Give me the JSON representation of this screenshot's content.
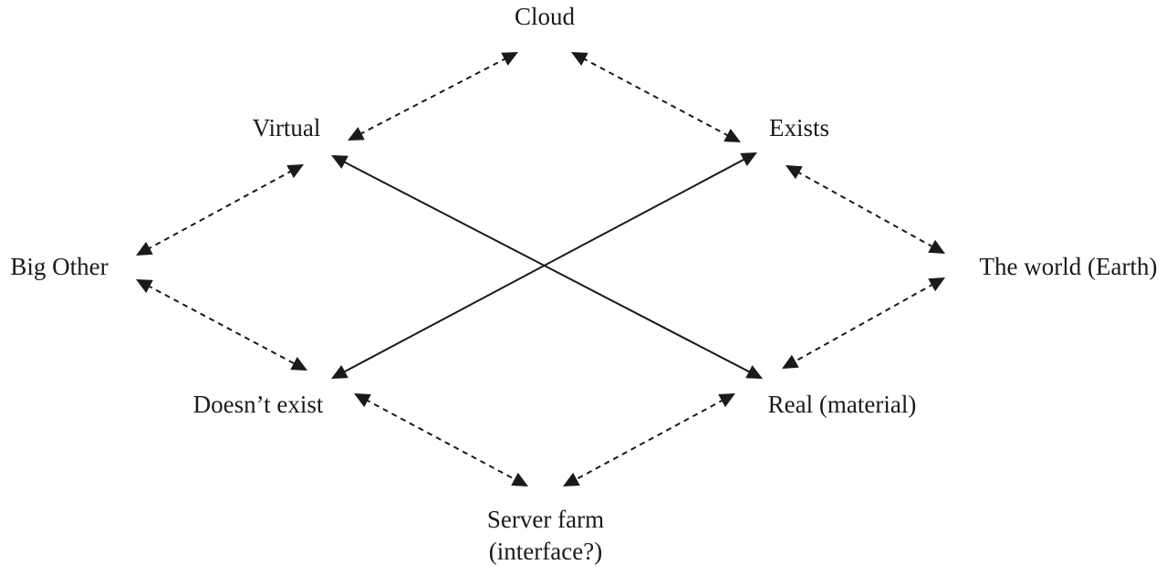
{
  "nodes": [
    {
      "id": "cloud",
      "lines": [
        "Cloud"
      ]
    },
    {
      "id": "virtual",
      "lines": [
        "Virtual"
      ]
    },
    {
      "id": "exists",
      "lines": [
        "Exists"
      ]
    },
    {
      "id": "big-other",
      "lines": [
        "Big Other"
      ]
    },
    {
      "id": "the-world",
      "lines": [
        "The world (Earth)"
      ]
    },
    {
      "id": "doesnt-exist",
      "lines": [
        "Doesn’t exist"
      ]
    },
    {
      "id": "real",
      "lines": [
        "Real (material)"
      ]
    },
    {
      "id": "server-farm",
      "lines": [
        "Server farm",
        "(interface?)"
      ]
    }
  ],
  "edges": [
    {
      "from": "cloud",
      "to": "virtual",
      "style": "dashed",
      "arrows": "both"
    },
    {
      "from": "cloud",
      "to": "exists",
      "style": "dashed",
      "arrows": "both"
    },
    {
      "from": "virtual",
      "to": "big-other",
      "style": "dashed",
      "arrows": "both"
    },
    {
      "from": "exists",
      "to": "the-world",
      "style": "dashed",
      "arrows": "both"
    },
    {
      "from": "big-other",
      "to": "doesnt-exist",
      "style": "dashed",
      "arrows": "both"
    },
    {
      "from": "the-world",
      "to": "real",
      "style": "dashed",
      "arrows": "both"
    },
    {
      "from": "doesnt-exist",
      "to": "server-farm",
      "style": "dashed",
      "arrows": "both"
    },
    {
      "from": "real",
      "to": "server-farm",
      "style": "dashed",
      "arrows": "both"
    },
    {
      "from": "virtual",
      "to": "real",
      "style": "solid",
      "arrows": "both"
    },
    {
      "from": "exists",
      "to": "doesnt-exist",
      "style": "solid",
      "arrows": "both"
    }
  ],
  "colors": {
    "ink": "#1a1a1a",
    "background": "#ffffff"
  }
}
